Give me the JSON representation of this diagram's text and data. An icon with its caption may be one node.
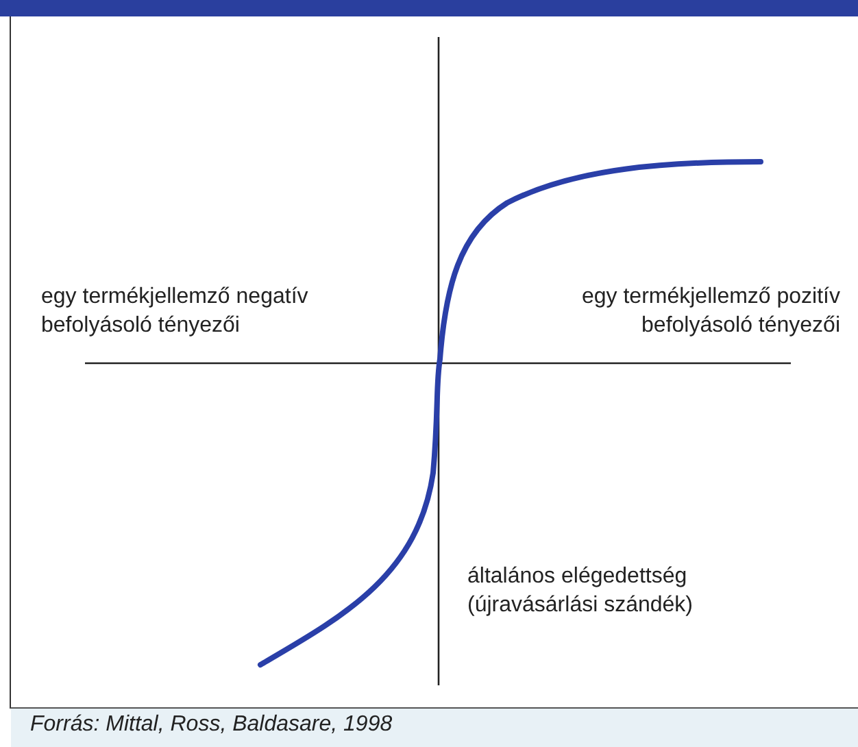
{
  "diagram": {
    "caption": "Forrás: Mittal, Ross, Baldasare, 1998",
    "labels": [
      "egy termékjellemző negatív befolyásoló tényezői",
      "egy termékjellemző pozitív befolyásoló tényezői",
      "általános elégedettség (újravásárlási szándék)"
    ]
  }
}
